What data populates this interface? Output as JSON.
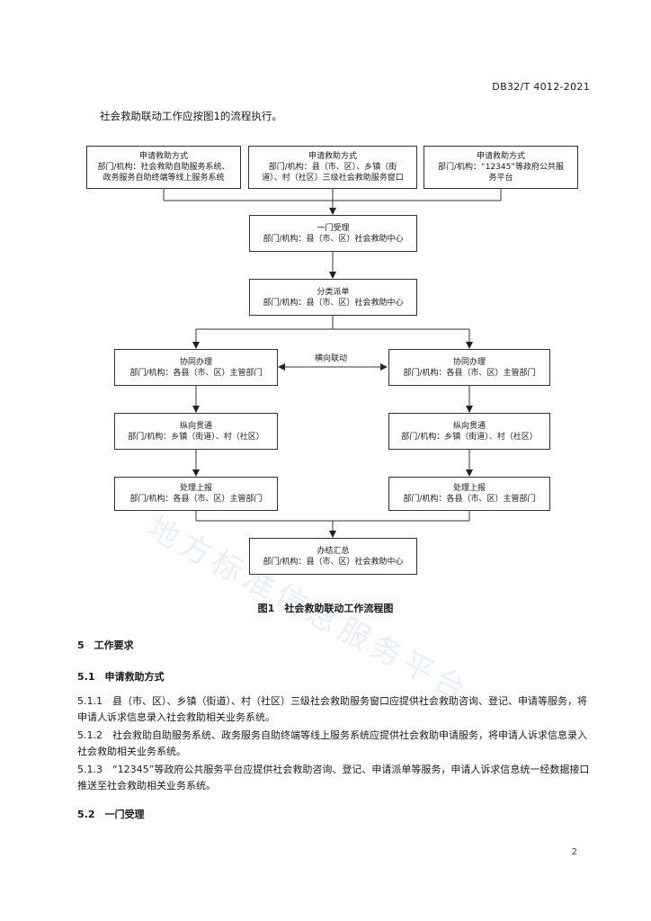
{
  "header": {
    "doc_code": "DB32/T 4012-2021"
  },
  "intro": "社会救助联动工作应按图1的流程执行。",
  "flow": {
    "apply_left": {
      "title": "申请救助方式",
      "line1": "部门/机构：社会救助自助服务系统、",
      "line2": "政务服务自助终端等线上服务系统"
    },
    "apply_mid": {
      "title": "申请救助方式",
      "line1": "部门/机构：县（市、区）、乡镇（街",
      "line2": "道）、村（社区）三级社会救助服务窗口"
    },
    "apply_right": {
      "title": "申请救助方式",
      "line1": "部门/机构：“12345”等政府公共服",
      "line2": "务平台"
    },
    "accept": {
      "title": "一门受理",
      "line1": "部门/机构：县（市、区）社会救助中心"
    },
    "dispatch": {
      "title": "分类派单",
      "line1": "部门/机构：县（市、区）社会救助中心"
    },
    "coop_left": {
      "title": "协同办理",
      "line1": "部门/机构：各县（市、区）主管部门"
    },
    "coop_right": {
      "title": "协同办理",
      "line1": "部门/机构：各县（市、区）主管部门"
    },
    "horizontal_label": "横向联动",
    "vert_left": {
      "title": "纵向贯通",
      "line1": "部门/机构：乡镇（街道）、村（社区）"
    },
    "vert_right": {
      "title": "纵向贯通",
      "line1": "部门/机构：乡镇（街道）、村（社区）"
    },
    "report_left": {
      "title": "处理上报",
      "line1": "部门/机构：各县（市、区）主管部门"
    },
    "report_right": {
      "title": "处理上报",
      "line1": "部门/机构：各县（市、区）主管部门"
    },
    "summary": {
      "title": "办结汇总",
      "line1": "部门/机构：县（市、区）社会救助中心"
    }
  },
  "caption": "图1　社会救助联动工作流程图",
  "sections": {
    "s5": "5　工作要求",
    "s51": "5.1　申请救助方式",
    "p511": "5.1.1　县（市、区）、乡镇（街道）、村（社区）三级社会救助服务窗口应提供社会救助咨询、登记、申请等服务，将申请人诉求信息录入社会救助相关业务系统。",
    "p512": "5.1.2　社会救助自助服务系统、政务服务自助终端等线上服务系统应提供社会救助申请服务，将申请人诉求信息录入社会救助相关业务系统。",
    "p513": "5.1.3　“12345”等政府公共服务平台应提供社会救助咨询、登记、申请派单等服务，申请人诉求信息统一经数据接口推送至社会救助相关业务系统。",
    "s52": "5.2　一门受理"
  },
  "watermark": "地方标准信息服务平台",
  "page_number": "2"
}
